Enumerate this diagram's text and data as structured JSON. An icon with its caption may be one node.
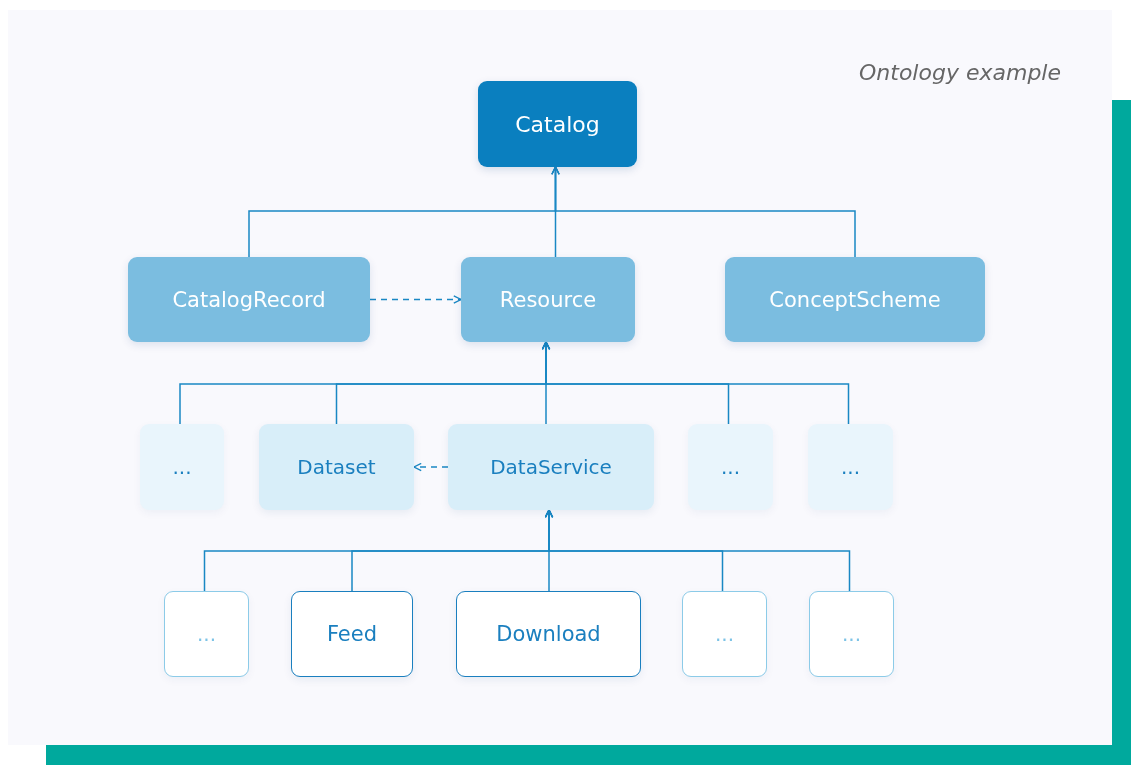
{
  "diagram": {
    "nodes": [
      {
        "text": [
          "Catalog"
        ]
      },
      {
        "text": [
          "CatalogRecord"
        ]
      },
      {
        "text": [
          "Resource"
        ]
      },
      {
        "text": [
          "ConceptScheme"
        ]
      },
      {
        "text": [
          "..."
        ]
      },
      {
        "text": [
          "Dataset"
        ]
      },
      {
        "text": [
          "DataService"
        ]
      },
      {
        "text": [
          "..."
        ]
      },
      {
        "text": [
          "..."
        ]
      },
      {
        "text": [
          "..."
        ]
      },
      {
        "text": [
          "Feed"
        ]
      },
      {
        "text": [
          "Download"
        ]
      },
      {
        "text": [
          "..."
        ]
      },
      {
        "text": [
          "..."
        ]
      }
    ],
    "edges": [
      {
        "from": 1,
        "to": 0,
        "arrow": "to"
      },
      {
        "from": 2,
        "to": 0,
        "arrow": "to"
      },
      {
        "from": 3,
        "to": 0,
        "arrow": "to"
      },
      {
        "from": 1,
        "to": 2,
        "arrow": "to",
        "style": "dashed"
      },
      {
        "from": 4,
        "to": 2,
        "arrow": "to"
      },
      {
        "from": 5,
        "to": 2,
        "arrow": "to"
      },
      {
        "from": 6,
        "to": 2,
        "arrow": "to"
      },
      {
        "from": 7,
        "to": 2,
        "arrow": "to"
      },
      {
        "from": 8,
        "to": 2,
        "arrow": "to"
      },
      {
        "from": 6,
        "to": 5,
        "arrow": "to",
        "style": "dashed"
      },
      {
        "from": 9,
        "to": 6,
        "arrow": "to"
      },
      {
        "from": 10,
        "to": 6,
        "arrow": "to"
      },
      {
        "from": 11,
        "to": 6,
        "arrow": "to"
      },
      {
        "from": 12,
        "to": 6,
        "arrow": "to"
      },
      {
        "from": 13,
        "to": 6,
        "arrow": "to"
      }
    ],
    "title": "Ontology example"
  }
}
